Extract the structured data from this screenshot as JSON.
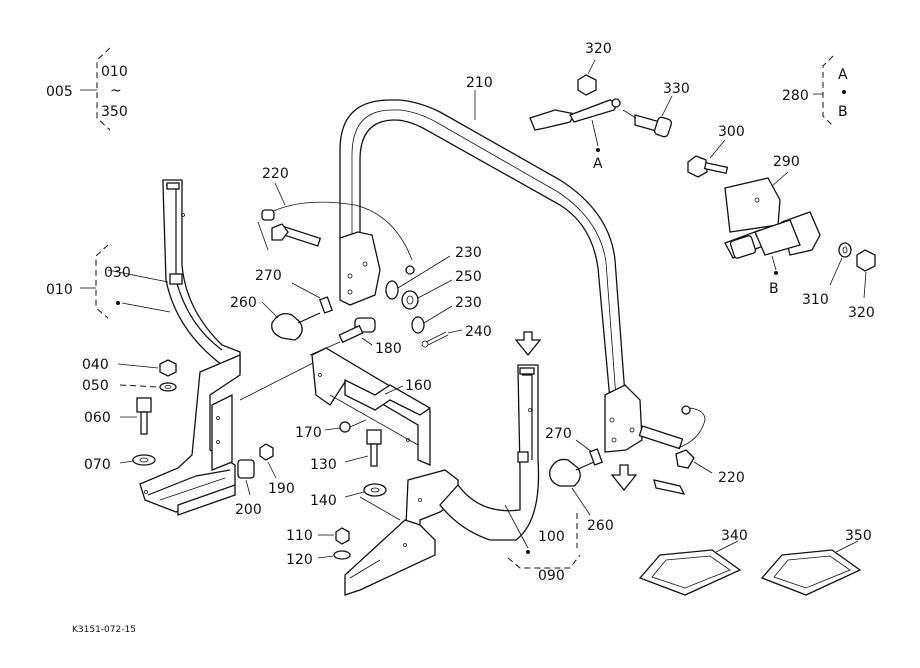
{
  "callouts": {
    "c005": "005",
    "c010_top": "010",
    "c_range_sym": "~",
    "c350_top": "350",
    "c010": "010",
    "c030": "030",
    "c040": "040",
    "c050": "050",
    "c060": "060",
    "c070": "070",
    "c110": "110",
    "c120": "120",
    "c130": "130",
    "c140": "140",
    "c160": "160",
    "c170": "170",
    "c180": "180",
    "c190": "190",
    "c200": "200",
    "c210": "210",
    "c220_left": "220",
    "c220_right": "220",
    "c230_a": "230",
    "c230_b": "230",
    "c240": "240",
    "c250": "250",
    "c260_left": "260",
    "c260_right": "260",
    "c270_left": "270",
    "c270_right": "270",
    "c280": "280",
    "c290": "290",
    "c300": "300",
    "c310": "310",
    "c320_top": "320",
    "c320_right": "320",
    "c330": "330",
    "c340": "340",
    "c350": "350",
    "c100": "100",
    "c090": "090",
    "ref_a_top": "A",
    "ref_b_top": "B",
    "ref_a": "A",
    "ref_b": "B"
  },
  "figure_code": "K3151-072-15"
}
